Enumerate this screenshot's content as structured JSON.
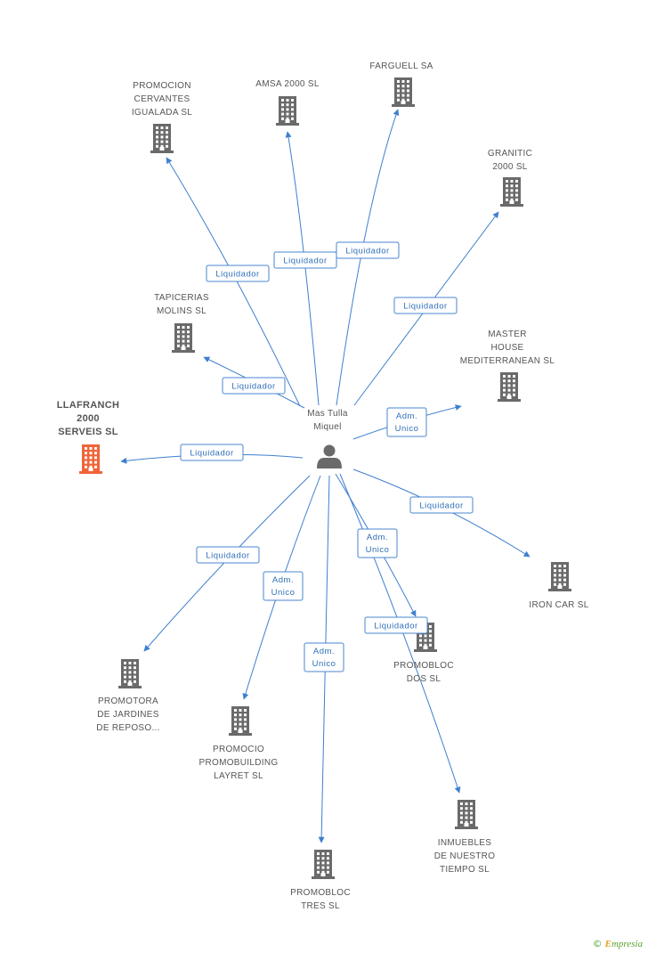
{
  "center": {
    "name_lines": [
      "Mas Tulla",
      "Miquel"
    ],
    "icon": "person-icon"
  },
  "colors": {
    "edge": "#3f7fcf",
    "building": "#6a6a6a",
    "highlight": "#f0643a",
    "brand": "#5aa031"
  },
  "nodes": [
    {
      "id": "promocion-cervantes",
      "label_lines": [
        "PROMOCION",
        "CERVANTES",
        "IGUALADA SL"
      ],
      "icon": "building-icon"
    },
    {
      "id": "amsa-2000",
      "label_lines": [
        "AMSA 2000 SL"
      ],
      "icon": "building-icon"
    },
    {
      "id": "farguell",
      "label_lines": [
        "FARGUELL SA"
      ],
      "icon": "building-icon"
    },
    {
      "id": "granitic-2000",
      "label_lines": [
        "GRANITIC",
        "2000 SL"
      ],
      "icon": "building-icon"
    },
    {
      "id": "tapicerias-molins",
      "label_lines": [
        "TAPICERIAS",
        "MOLINS  SL"
      ],
      "icon": "building-icon"
    },
    {
      "id": "master-house",
      "label_lines": [
        "MASTER",
        "HOUSE",
        "MEDITERRANEAN SL"
      ],
      "icon": "building-icon"
    },
    {
      "id": "llafranch-2000",
      "label_lines": [
        "LLAFRANCH",
        "2000",
        "SERVEIS SL"
      ],
      "icon": "building-icon",
      "highlight": true
    },
    {
      "id": "iron-car",
      "label_lines": [
        "IRON CAR SL"
      ],
      "icon": "building-icon"
    },
    {
      "id": "promobloc-dos",
      "label_lines": [
        "PROMOBLOC",
        "DOS SL"
      ],
      "icon": "building-icon"
    },
    {
      "id": "promotora-jardines",
      "label_lines": [
        "PROMOTORA",
        "DE JARDINES",
        "DE REPOSO..."
      ],
      "icon": "building-icon"
    },
    {
      "id": "promocio-promobuilding",
      "label_lines": [
        "PROMOCIO",
        "PROMOBUILDING",
        "LAYRET SL"
      ],
      "icon": "building-icon"
    },
    {
      "id": "inmuebles-nuestro-tiempo",
      "label_lines": [
        "INMUEBLES",
        "DE NUESTRO",
        "TIEMPO SL"
      ],
      "icon": "building-icon"
    },
    {
      "id": "promobloc-tres",
      "label_lines": [
        "PROMOBLOC",
        "TRES SL"
      ],
      "icon": "building-icon"
    }
  ],
  "edges": [
    {
      "to": "promocion-cervantes",
      "label_lines": [
        "Liquidador"
      ]
    },
    {
      "to": "amsa-2000",
      "label_lines": [
        "Liquidador"
      ]
    },
    {
      "to": "farguell",
      "label_lines": [
        "Liquidador"
      ]
    },
    {
      "to": "granitic-2000",
      "label_lines": [
        "Liquidador"
      ]
    },
    {
      "to": "tapicerias-molins",
      "label_lines": [
        "Liquidador"
      ]
    },
    {
      "to": "master-house",
      "label_lines": [
        "Adm.",
        "Unico"
      ]
    },
    {
      "to": "llafranch-2000",
      "label_lines": [
        "Liquidador"
      ]
    },
    {
      "to": "iron-car",
      "label_lines": [
        "Liquidador"
      ]
    },
    {
      "to": "promobloc-dos",
      "label_lines": [
        "Adm.",
        "Unico"
      ]
    },
    {
      "to": "promotora-jardines",
      "label_lines": [
        "Liquidador"
      ]
    },
    {
      "to": "promocio-promobuilding",
      "label_lines": [
        "Adm.",
        "Unico"
      ]
    },
    {
      "to": "promobloc-tres",
      "label_lines": [
        "Adm.",
        "Unico"
      ]
    },
    {
      "to": "inmuebles-nuestro-tiempo",
      "label_lines": [
        "Liquidador"
      ]
    }
  ],
  "brand": {
    "copyright": "©",
    "first": "E",
    "rest": "mpresia"
  }
}
